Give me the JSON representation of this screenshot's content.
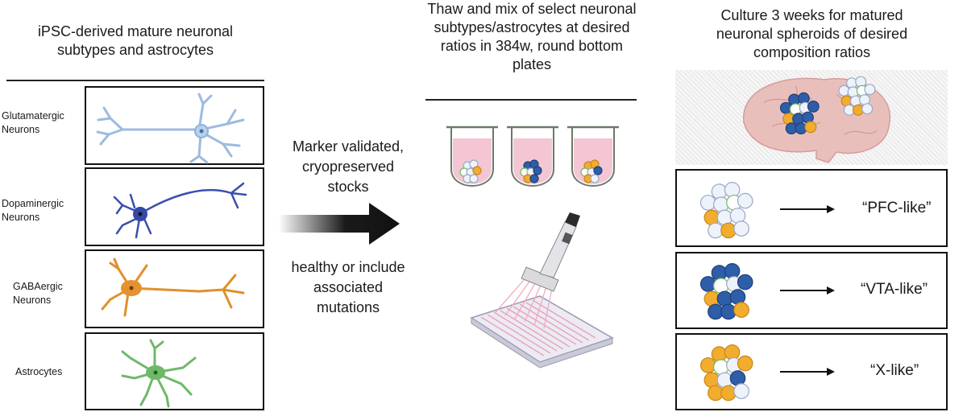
{
  "columns": {
    "left": {
      "title_lines": [
        "iPSC-derived mature neuronal",
        "subtypes and astrocytes"
      ],
      "rows": [
        {
          "label_lines": [
            "Glutamatergic",
            "Neurons"
          ],
          "color": "#9dbbe0"
        },
        {
          "label_lines": [
            "Dopaminergic",
            "Neurons"
          ],
          "color": "#3b4fae"
        },
        {
          "label_lines": [
            "GABAergic",
            "Neurons"
          ],
          "color": "#e0902b"
        },
        {
          "label_lines": [
            "Astrocytes"
          ],
          "color": "#6fb86a"
        }
      ]
    },
    "middle": {
      "arrow_text_top": [
        "Marker validated,",
        "cryopreserved",
        "stocks"
      ],
      "arrow_text_bottom": [
        "healthy or include",
        "associated",
        "mutations"
      ],
      "title_lines": [
        "Thaw and mix of select neuronal",
        "subtypes/astrocytes at desired",
        "ratios in 384w, round bottom",
        "plates"
      ]
    },
    "right": {
      "title_lines": [
        "Culture 3 weeks for matured",
        "neuronal spheroids of desired",
        "composition ratios"
      ],
      "results": [
        "“PFC-like”",
        "“VTA-like”",
        "“X-like”"
      ]
    }
  },
  "colors": {
    "glutamatergic": "#eef2fa",
    "dopaminergic": "#2f5ea8",
    "gabaergic": "#f2ac2e",
    "astrocyte_outline": "#6cbf5c",
    "media_pink": "#f4c6d4",
    "brain": "#e9bfbc"
  }
}
